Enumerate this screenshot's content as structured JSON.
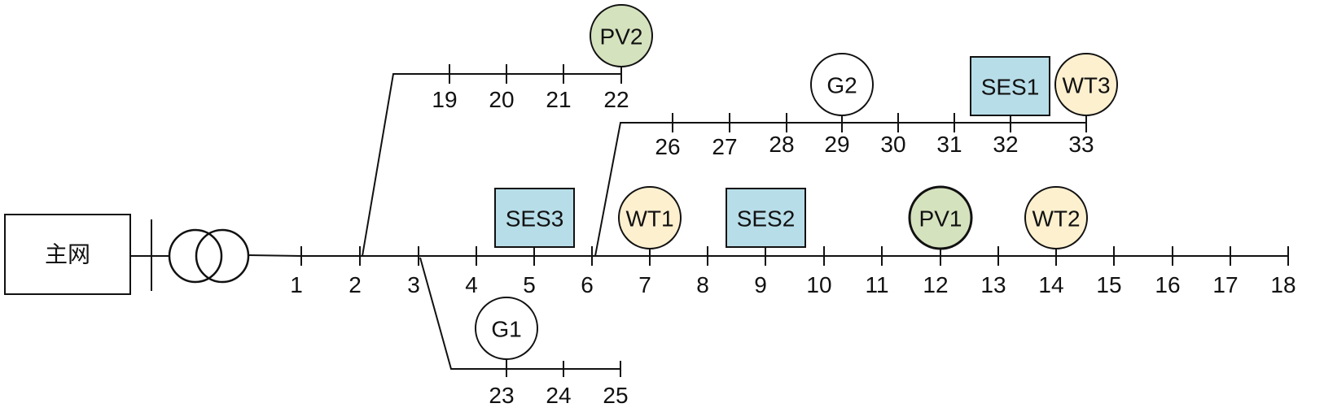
{
  "main_grid": {
    "label": "主网"
  },
  "colors": {
    "storage_fill": "#b7dde8",
    "wind_fill": "#fdf0cf",
    "pv_fill": "#d5e2be",
    "gen_fill": "#ffffff",
    "line": "#111111"
  },
  "buses": {
    "main_feeder": [
      "1",
      "2",
      "3",
      "4",
      "5",
      "6",
      "7",
      "8",
      "9",
      "10",
      "11",
      "12",
      "13",
      "14",
      "15",
      "16",
      "17",
      "18"
    ],
    "branch_top_left": [
      "19",
      "20",
      "21",
      "22"
    ],
    "branch_top_right": [
      "26",
      "27",
      "28",
      "29",
      "30",
      "31",
      "32",
      "33"
    ],
    "branch_bottom": [
      "23",
      "24",
      "25"
    ]
  },
  "devices": [
    {
      "label": "PV2",
      "type": "pv",
      "bus": "22"
    },
    {
      "label": "G2",
      "type": "generator",
      "bus": "29"
    },
    {
      "label": "SES1",
      "type": "storage",
      "bus": "32"
    },
    {
      "label": "WT3",
      "type": "wind",
      "bus": "33"
    },
    {
      "label": "SES3",
      "type": "storage",
      "bus": "5"
    },
    {
      "label": "WT1",
      "type": "wind",
      "bus": "7"
    },
    {
      "label": "SES2",
      "type": "storage",
      "bus": "9"
    },
    {
      "label": "PV1",
      "type": "pv",
      "bus": "12"
    },
    {
      "label": "WT2",
      "type": "wind",
      "bus": "14"
    },
    {
      "label": "G1",
      "type": "generator",
      "bus": "23"
    }
  ]
}
